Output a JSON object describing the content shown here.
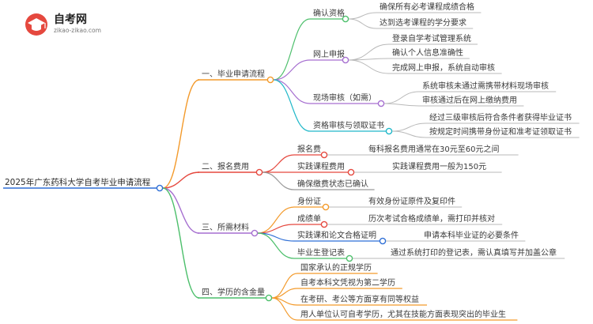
{
  "logo": {
    "brand": "自考网",
    "url": "zikao-zikao.com"
  },
  "root": "2025年广东药科大学自考毕业申请流程",
  "colors": {
    "orange": "#f39a2b",
    "green": "#4cbf6b",
    "purple": "#a66fd0",
    "teal": "#21b8c9",
    "red": "#e5483e",
    "blue": "#2f6fd6",
    "gray": "#9a9a9a"
  },
  "branches": [
    {
      "label": "一、毕业申请流程",
      "children": [
        {
          "label": "确认资格",
          "children": [
            "确保所有必考课程成绩合格",
            "达到选考课程的学分要求"
          ]
        },
        {
          "label": "网上申报",
          "children": [
            "登录自学考试管理系统",
            "确认个人信息准确性",
            "完成网上申报，系统自动审核"
          ]
        },
        {
          "label": "现场审核（如需）",
          "children": [
            "系统审核未通过需携带材料现场审核",
            "审核通过后在网上缴纳费用"
          ]
        },
        {
          "label": "资格审核与领取证书",
          "children": [
            "经过三级审核后符合条件者获得毕业证书",
            "按规定时间携带身份证和准考证领取证书"
          ]
        }
      ]
    },
    {
      "label": "二、报名费用",
      "children": [
        {
          "label": "报名费",
          "children": [
            "每科报名费用通常在30元至60元之间"
          ]
        },
        {
          "label": "实践课程费用",
          "children": [
            "实践课程费用一般为150元"
          ]
        },
        {
          "label": "确保缴费状态已确认",
          "children": []
        }
      ]
    },
    {
      "label": "三、所需材料",
      "children": [
        {
          "label": "身份证",
          "children": [
            "有效身份证原件及复印件"
          ]
        },
        {
          "label": "成绩单",
          "children": [
            "历次考试合格成绩单，需打印并核对"
          ]
        },
        {
          "label": "实践课和论文合格证明",
          "children": [
            "申请本科毕业证的必要条件"
          ]
        },
        {
          "label": "毕业生登记表",
          "children": [
            "通过系统打印的登记表，需认真填写并加盖公章"
          ]
        }
      ]
    },
    {
      "label": "四、学历的含金量",
      "children": [
        {
          "label": "国家承认的正规学历",
          "children": []
        },
        {
          "label": "自考本科文凭视为第二学历",
          "children": []
        },
        {
          "label": "在考研、考公等方面享有同等权益",
          "children": []
        },
        {
          "label": "用人单位认可自考学历，尤其在技能方面表现突出的毕业生",
          "children": []
        }
      ]
    }
  ]
}
